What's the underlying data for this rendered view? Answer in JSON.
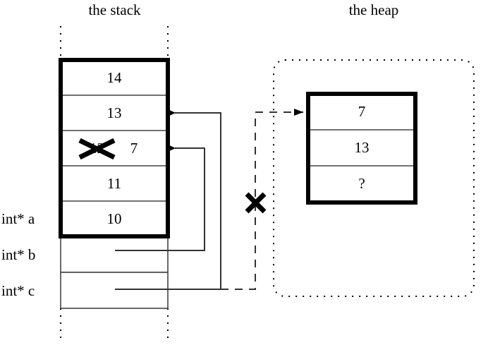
{
  "titles": {
    "stack": "the stack",
    "heap": "the heap"
  },
  "stack": {
    "cells": [
      {
        "value": "14",
        "crossed": false
      },
      {
        "value": "13",
        "crossed": false
      },
      {
        "value": "12",
        "crossed": true,
        "replacement": "7"
      },
      {
        "value": "11",
        "crossed": false
      },
      {
        "value": "10",
        "crossed": false
      }
    ],
    "pointer_labels": [
      {
        "name": "int* a"
      },
      {
        "name": "int* b"
      },
      {
        "name": "int* c"
      }
    ]
  },
  "heap": {
    "cells": [
      {
        "value": "7"
      },
      {
        "value": "13"
      },
      {
        "value": "?"
      }
    ]
  },
  "annotations": {
    "invalidated_pointer_x": "X",
    "overwritten_value_x": "X"
  },
  "colors": {
    "ink": "#000000",
    "paper": "#ffffff",
    "thin_rule": "#444444"
  }
}
